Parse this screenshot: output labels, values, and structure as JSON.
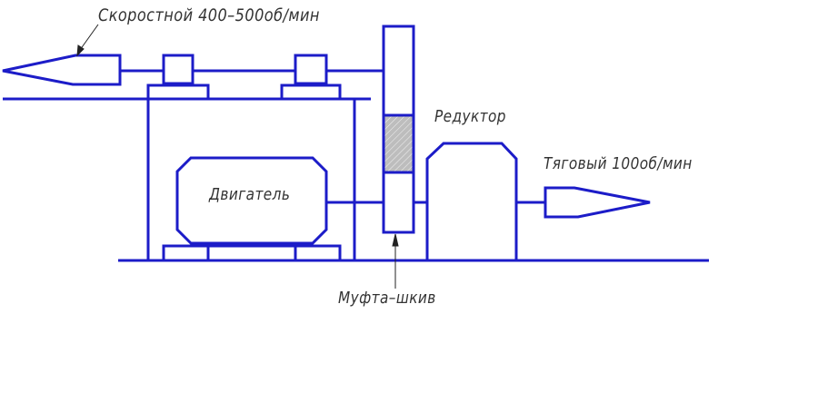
{
  "colors": {
    "line": "#1c1cc8",
    "text": "#333333",
    "hatch": "#bdbdbd"
  },
  "labels": {
    "fast_output": "Скоростной 400–500об/мин",
    "motor": "Двигатель",
    "reducer": "Редуктор",
    "traction_output": "Тяговый 100об/мин",
    "coupling_pulley": "Муфта–шкив"
  }
}
